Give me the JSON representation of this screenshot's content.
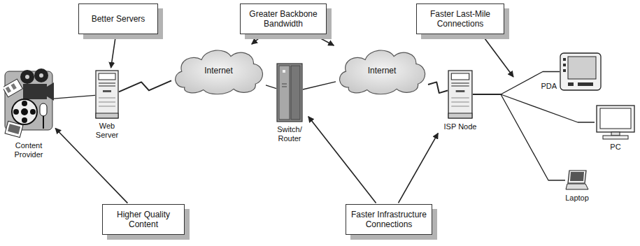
{
  "diagram": {
    "nodes": [
      {
        "text": [
          "Better Servers"
        ]
      },
      {
        "text": [
          "Greater Backbone Bandwidth"
        ]
      },
      {
        "text": [
          "Faster Last-Mile Connections"
        ]
      },
      {
        "text": [
          "Content Provider"
        ]
      },
      {
        "text": [
          "Web Server"
        ]
      },
      {
        "text": [
          "Internet"
        ]
      },
      {
        "text": [
          "Switch/ Router"
        ]
      },
      {
        "text": [
          "Internet"
        ]
      },
      {
        "text": [
          "ISP Node"
        ]
      },
      {
        "text": [
          "PDA"
        ]
      },
      {
        "text": [
          "PC"
        ]
      },
      {
        "text": [
          "Laptop"
        ]
      },
      {
        "text": [
          "Higher Quality Content"
        ]
      },
      {
        "text": [
          "Faster Infrastructure Connections"
        ]
      }
    ],
    "edges": [
      {
        "from": 0,
        "to": 4,
        "arrow": "to"
      },
      {
        "from": 1,
        "to": 5,
        "arrow": "to"
      },
      {
        "from": 1,
        "to": 7,
        "arrow": "to"
      },
      {
        "from": 3,
        "to": 4,
        "arrow": "none"
      },
      {
        "from": 4,
        "to": 5,
        "arrow": "none"
      },
      {
        "from": 5,
        "to": 6,
        "arrow": "none"
      },
      {
        "from": 6,
        "to": 7,
        "arrow": "none"
      },
      {
        "from": 7,
        "to": 8,
        "arrow": "none"
      },
      {
        "from": 8,
        "to": 9,
        "arrow": "none"
      },
      {
        "from": 8,
        "to": 10,
        "arrow": "none"
      },
      {
        "from": 8,
        "to": 11,
        "arrow": "none"
      },
      {
        "from": 12,
        "to": 3,
        "arrow": "to"
      },
      {
        "from": 13,
        "to": 6,
        "arrow": "to"
      },
      {
        "from": 13,
        "to": 8,
        "arrow": "to"
      }
    ]
  }
}
